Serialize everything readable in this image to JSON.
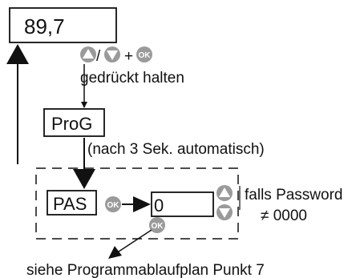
{
  "display": {
    "value": "89,7"
  },
  "step1": {
    "separator": "/",
    "plus": "+",
    "button_ok": "OK",
    "instruction": "gedrückt halten"
  },
  "prog": {
    "label": "ProG",
    "note": "(nach 3 Sek. automatisch)"
  },
  "pas": {
    "label": "PAS",
    "button_ok": "OK",
    "value": "0",
    "button_ok_below": "OK",
    "condition_line1": "falls Password",
    "condition_line2": "≠ 0000"
  },
  "footer": {
    "text": "siehe Programmablaufplan Punkt 7"
  },
  "colors": {
    "button_gray": "#9a9a9a",
    "stroke": "#111111"
  }
}
